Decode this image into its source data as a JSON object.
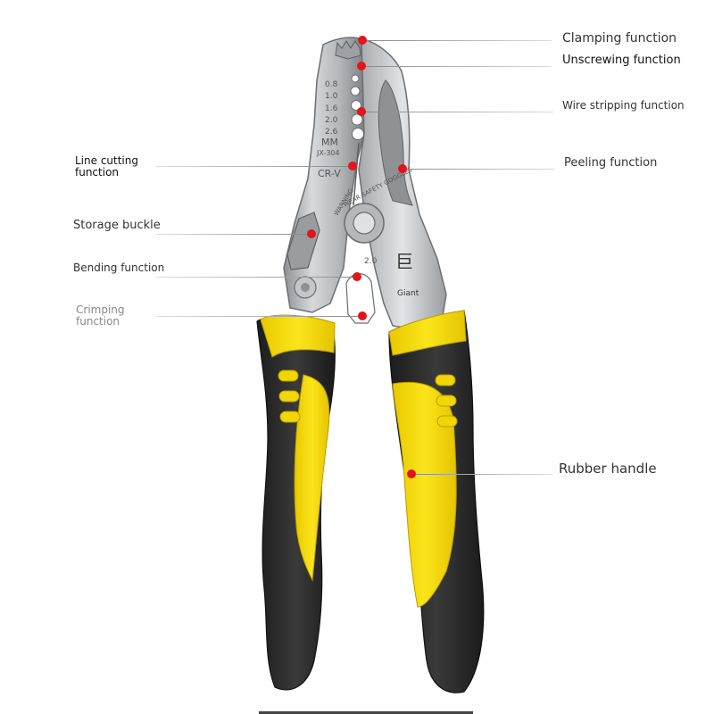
{
  "labels": {
    "clamping": "Clamping function",
    "unscrewing": "Unscrewing function",
    "wire_stripping": "Wire stripping function",
    "peeling": "Peeling function",
    "line_cutting_1": "Line cutting",
    "line_cutting_2": "function",
    "storage": "Storage buckle",
    "bending": "Bending function",
    "crimping_1": "Crimping",
    "crimping_2": "function",
    "rubber": "Rubber handle"
  },
  "tool_markings": {
    "gauge_values": [
      "0.8",
      "1.0",
      "1.6",
      "2.0",
      "2.6"
    ],
    "unit": "MM",
    "model": "JX-304",
    "steel": "CR-V",
    "warning": "WARNING",
    "warning_text": "WEAR SAFETY GOGGLES",
    "size": "2.0",
    "brand": "Giant",
    "logo_glyph": "巨"
  },
  "colors": {
    "marker": "#e3141b",
    "handle_yellow": "#f6dc00",
    "handle_black": "#2b2b2b",
    "steel": "#b9bcbf"
  }
}
